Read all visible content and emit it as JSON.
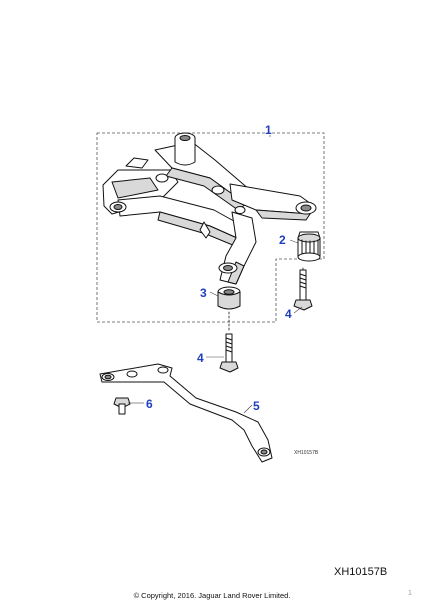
{
  "drawing": {
    "id_label": "XH10157B",
    "callouts": [
      {
        "key": "subframe",
        "label": "1"
      },
      {
        "key": "rear-mount-bush",
        "label": "2"
      },
      {
        "key": "front-mount-bush",
        "label": "3"
      },
      {
        "key": "rear-bolt",
        "label": "4"
      },
      {
        "key": "front-bolt",
        "label": "4"
      },
      {
        "key": "brace",
        "label": "5"
      },
      {
        "key": "brace-bolt",
        "label": "6"
      }
    ]
  },
  "footer": {
    "ref_code": "XH10157B",
    "copyright": "© Copyright, 2016. Jaguar Land Rover Limited.",
    "page": "1"
  },
  "colors": {
    "callout": "#1f3fbf",
    "line": "#111111",
    "shade": "#d9d9d9",
    "background": "#ffffff"
  }
}
